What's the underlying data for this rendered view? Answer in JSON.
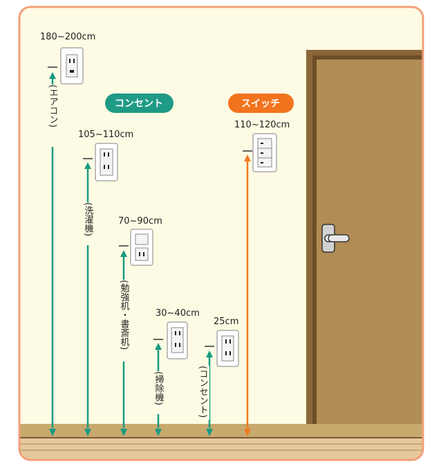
{
  "badges": {
    "outlet": "コンセント",
    "switch": "スイッチ"
  },
  "items": [
    {
      "height": "180~200cm",
      "use": "(エアコン)"
    },
    {
      "height": "105~110cm",
      "use": "(洗濯機)"
    },
    {
      "height": "70~90cm",
      "use": "(勉強机・書斎机)"
    },
    {
      "height": "30~40cm",
      "use": "(掃除機)"
    },
    {
      "height": "25cm",
      "use": "(コンセント)"
    },
    {
      "height": "110~120cm",
      "use": ""
    }
  ],
  "colors": {
    "wall": "#fdfbe3",
    "frame": "#f2a07a",
    "outlet_arrow": "#1a9a82",
    "switch_arrow": "#f07a1c",
    "outlet_badge": "#1f9a86",
    "switch_badge": "#f2731d",
    "door": "#b18c55",
    "floor": "#e6c99d"
  },
  "icons": [
    "air-conditioner-outlet-icon",
    "outlet-icon",
    "outlet-with-switch-icon",
    "light-switch-icon",
    "door-handle-icon"
  ]
}
